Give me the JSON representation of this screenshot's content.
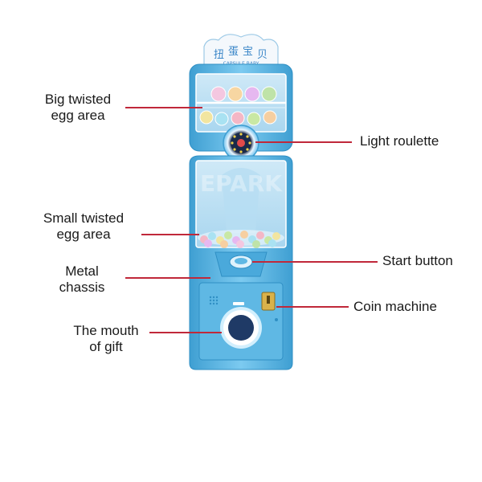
{
  "diagram": {
    "signboard_text": "CAPSULE BABY",
    "signboard_glyphs": [
      "扭",
      "蛋",
      "宝",
      "贝"
    ],
    "watermark": "EPARK",
    "colors": {
      "cabinet": "#5fb8e4",
      "cabinet_dark": "#2f8fc4",
      "leader_line": "#c0283a",
      "text": "#1a1a1a"
    },
    "labels": {
      "big_egg_area": [
        "Big twisted",
        "egg area"
      ],
      "small_egg_area": [
        "Small twisted",
        "egg area"
      ],
      "metal_chassis": [
        "Metal",
        "chassis"
      ],
      "mouth_of_gift": [
        "The mouth",
        "of gift"
      ],
      "light_roulette": [
        "Light roulette"
      ],
      "start_button": [
        "Start button"
      ],
      "coin_machine": [
        "Coin machine"
      ]
    }
  }
}
